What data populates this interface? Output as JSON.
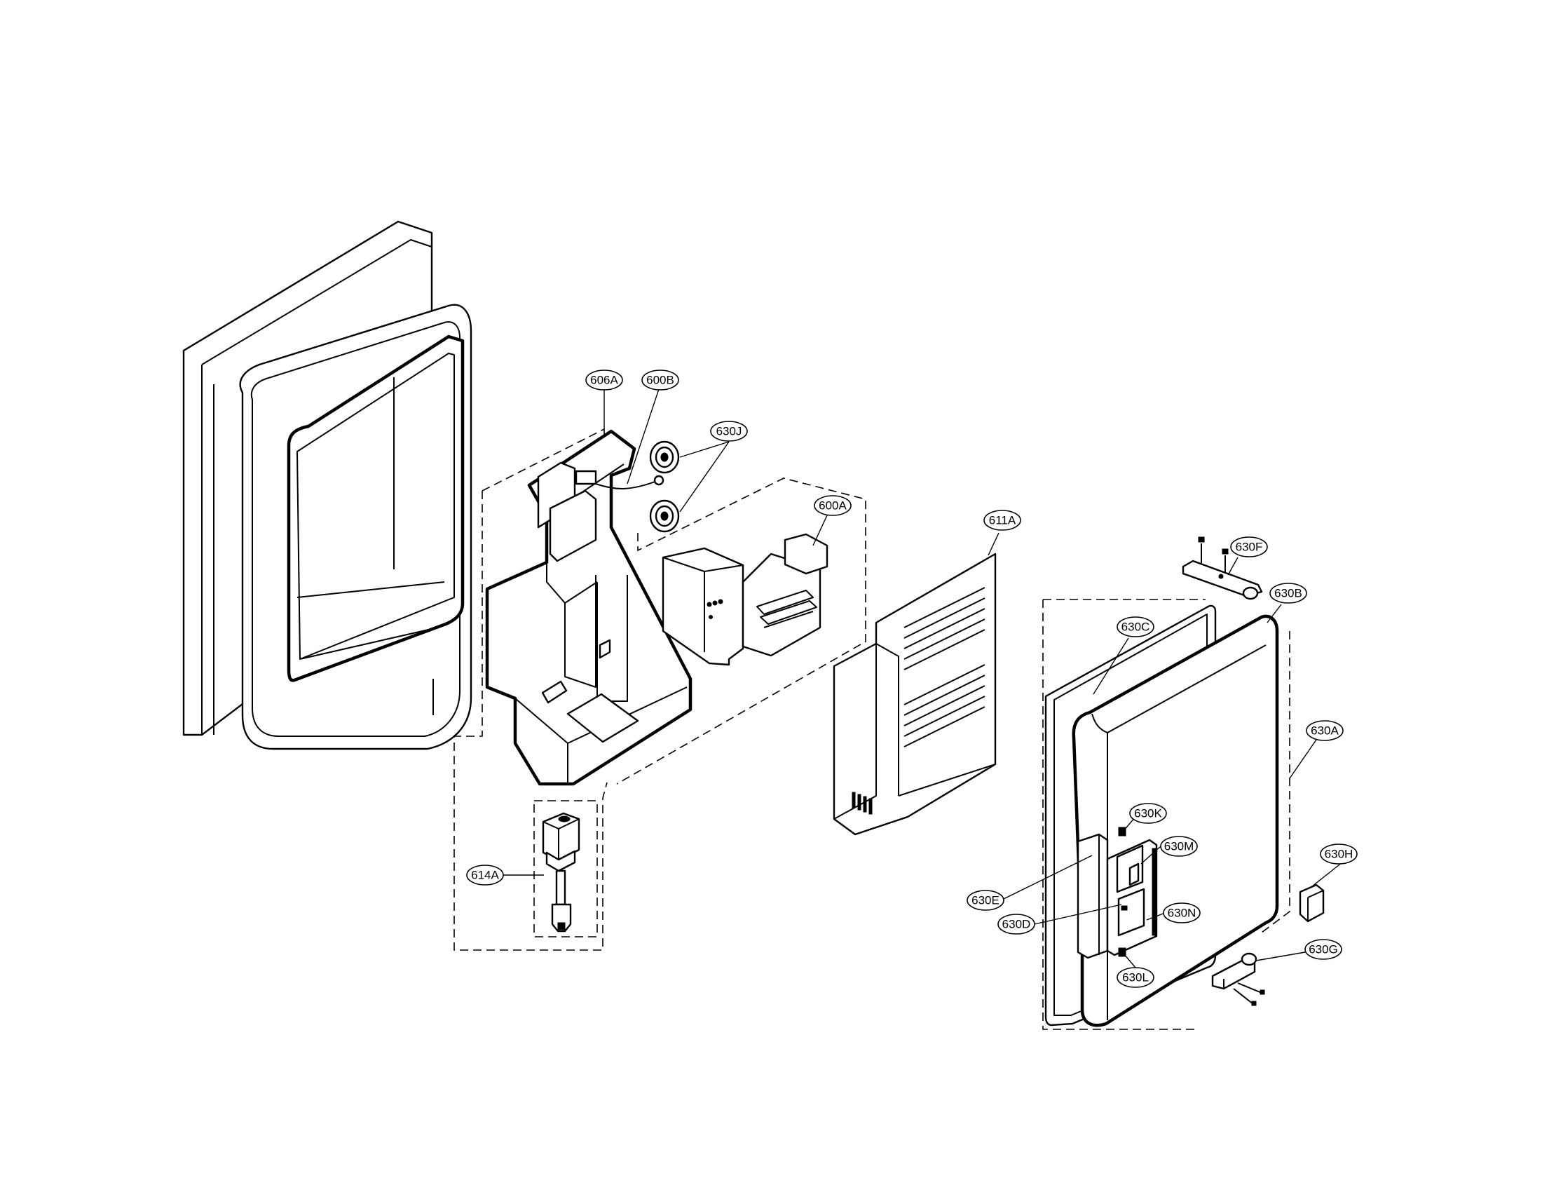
{
  "diagram": {
    "type": "exploded-parts-diagram",
    "callouts": [
      {
        "id": "606A",
        "label": "606A"
      },
      {
        "id": "600B",
        "label": "600B"
      },
      {
        "id": "630J",
        "label": "630J"
      },
      {
        "id": "600A",
        "label": "600A"
      },
      {
        "id": "611A",
        "label": "611A"
      },
      {
        "id": "630F",
        "label": "630F"
      },
      {
        "id": "630B",
        "label": "630B"
      },
      {
        "id": "630C",
        "label": "630C"
      },
      {
        "id": "630A",
        "label": "630A"
      },
      {
        "id": "630K",
        "label": "630K"
      },
      {
        "id": "630M",
        "label": "630M"
      },
      {
        "id": "630H",
        "label": "630H"
      },
      {
        "id": "630E",
        "label": "630E"
      },
      {
        "id": "630N",
        "label": "630N"
      },
      {
        "id": "630D",
        "label": "630D"
      },
      {
        "id": "630G",
        "label": "630G"
      },
      {
        "id": "630L",
        "label": "630L"
      },
      {
        "id": "614A",
        "label": "614A"
      }
    ]
  }
}
